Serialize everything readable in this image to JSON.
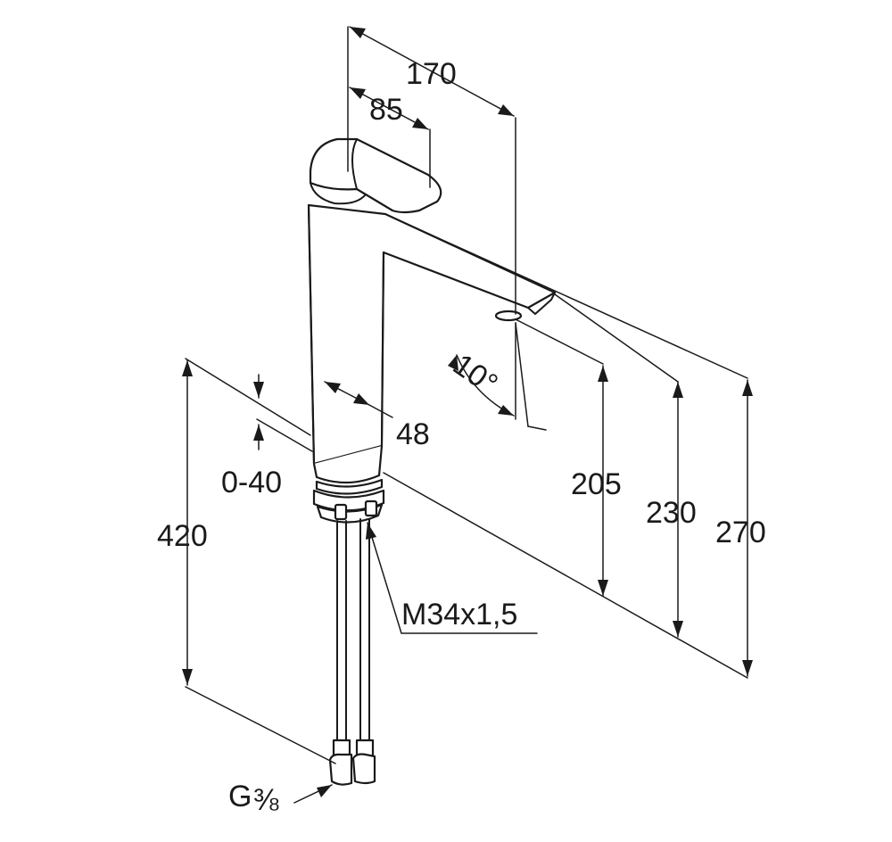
{
  "dimensions": {
    "spout_reach": "170",
    "handle_reach": "85",
    "spout_angle": "10°",
    "body_width": "48",
    "deck_thickness": "0-40",
    "hose_length": "420",
    "spout_height": "205",
    "spout_top_height": "230",
    "total_height": "270",
    "mounting_thread": "M34x1,5",
    "connection_thread": "G",
    "connection_fraction": "⅜"
  }
}
